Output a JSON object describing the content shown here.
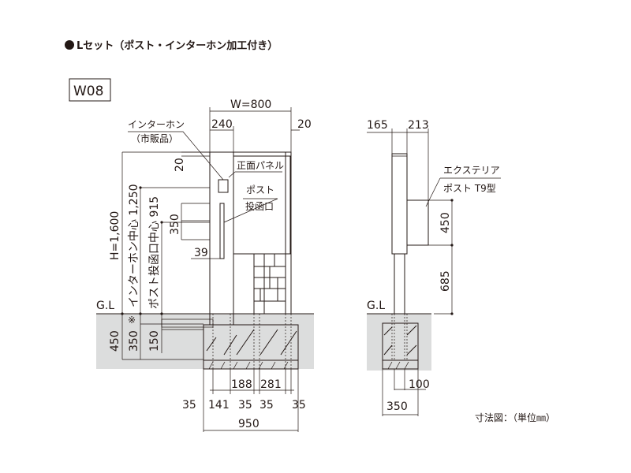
{
  "title": "Lセット（ポスト・インターホン加工付き）",
  "model_code": "W08",
  "front_view": {
    "width_label": "W=800",
    "dim_240": "240",
    "dim_20_top": "20",
    "dim_20_side": "20",
    "intercom_label_1": "インターホン",
    "intercom_label_2": "（市販品）",
    "front_panel_label": "正面パネル",
    "post_slot_label_1": "ポスト",
    "post_slot_label_2": "投函口",
    "height_label": "H=1,600",
    "intercom_center_label": "インターホン中心 1,250",
    "post_slot_center_label": "ポスト投函口中心 915",
    "dim_350_upper": "350",
    "dim_39": "39",
    "gl_label": "G.L",
    "dim_450": "450",
    "dim_350_lower": "350",
    "note_mark": "※",
    "dim_150": "150",
    "dim_188": "188",
    "dim_281": "281",
    "bottom_dims": [
      "35",
      "141",
      "35",
      "35",
      "35"
    ],
    "dim_950": "950"
  },
  "side_view": {
    "dim_165": "165",
    "dim_213": "213",
    "product_label_1": "エクステリア",
    "product_label_2": "ポスト T9型",
    "dim_450": "450",
    "dim_685": "685",
    "gl_label": "G.L",
    "dim_100": "100",
    "dim_350": "350"
  },
  "footer_note": "寸法図：（単位㎜）",
  "colors": {
    "ink": "#231815",
    "ground": "#dcdddd"
  }
}
